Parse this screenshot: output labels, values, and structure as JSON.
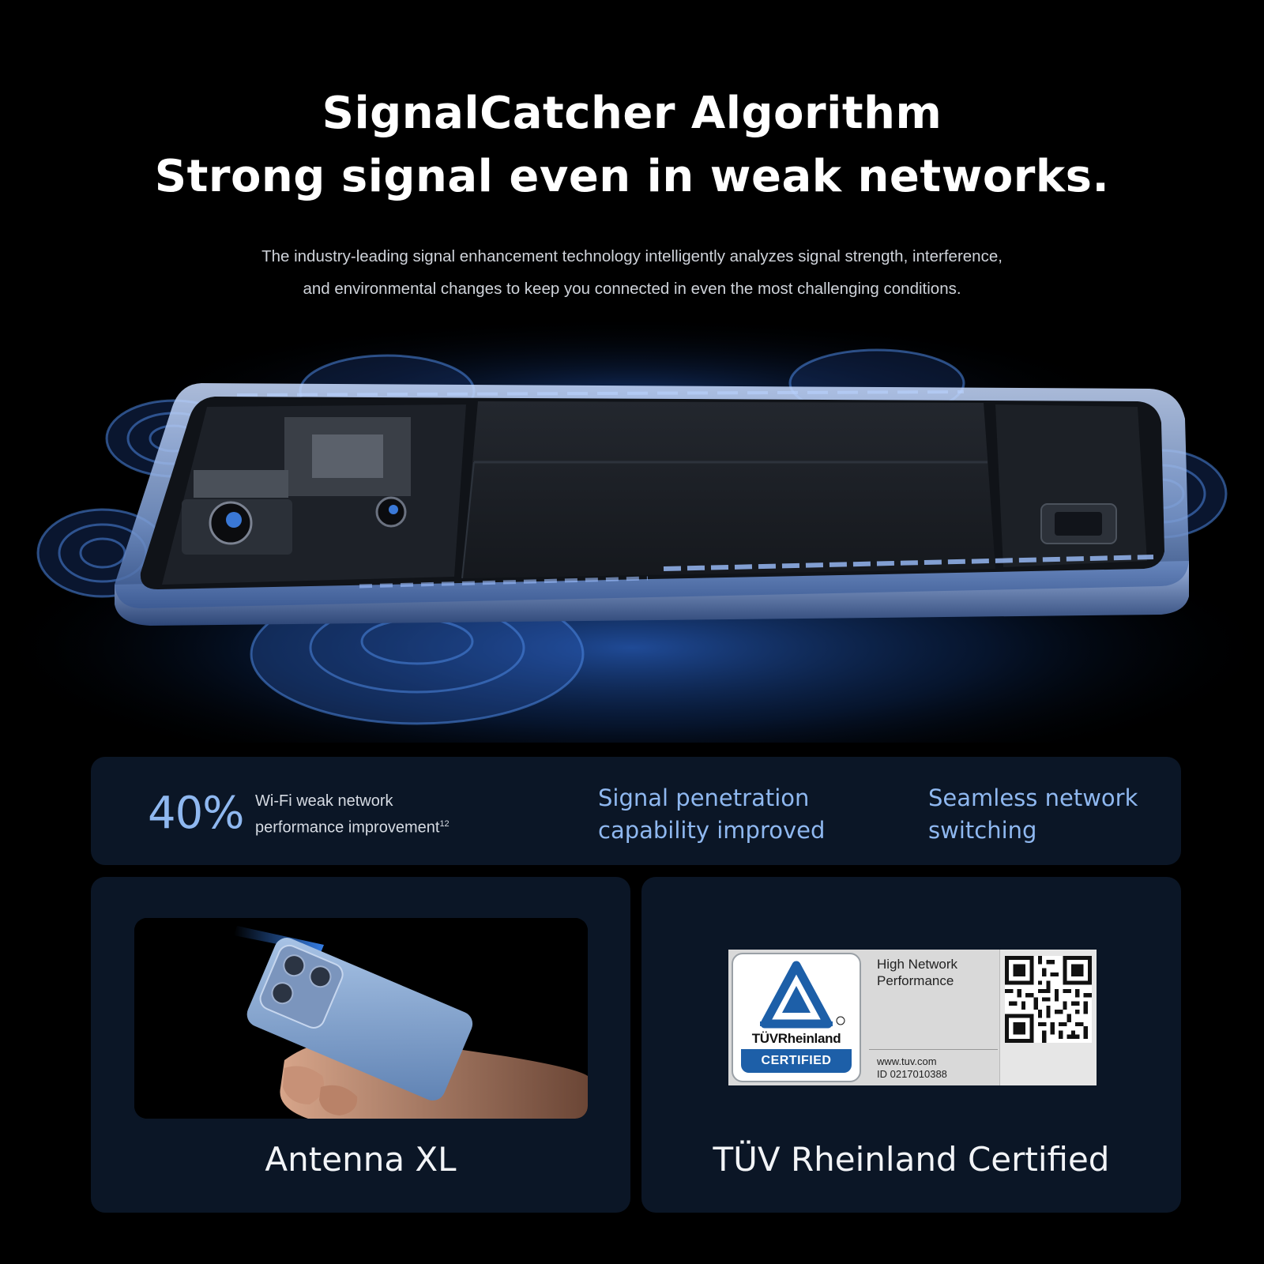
{
  "hero": {
    "title_line1": "SignalCatcher Algorithm",
    "title_line2": "Strong signal even in weak networks.",
    "subtitle_line1": "The industry-leading signal enhancement technology intelligently analyzes signal strength, interference,",
    "subtitle_line2": "and environmental changes to keep you connected in even the most challenging conditions."
  },
  "stats": {
    "wifi_value": "40%",
    "wifi_desc_line1": "Wi-Fi weak network",
    "wifi_desc_line2": "performance improvement",
    "wifi_footnote": "12",
    "feature1_line1": "Signal penetration",
    "feature1_line2": "capability improved",
    "feature2_line1": "Seamless network",
    "feature2_line2": "switching"
  },
  "cards": {
    "antenna_caption": "Antenna XL",
    "tuv_caption": "TÜV Rheinland Certified"
  },
  "tuv_badge": {
    "brand": "TÜVRheinland",
    "certified": "CERTIFIED",
    "info_line1": "High Network",
    "info_line2": "Performance",
    "website": "www.tuv.com",
    "id": "ID  0217010388"
  },
  "colors": {
    "background": "#000000",
    "card": "#0b1626",
    "accent_blue": "#8fb8f0",
    "tuv_blue": "#1d5fa8"
  }
}
